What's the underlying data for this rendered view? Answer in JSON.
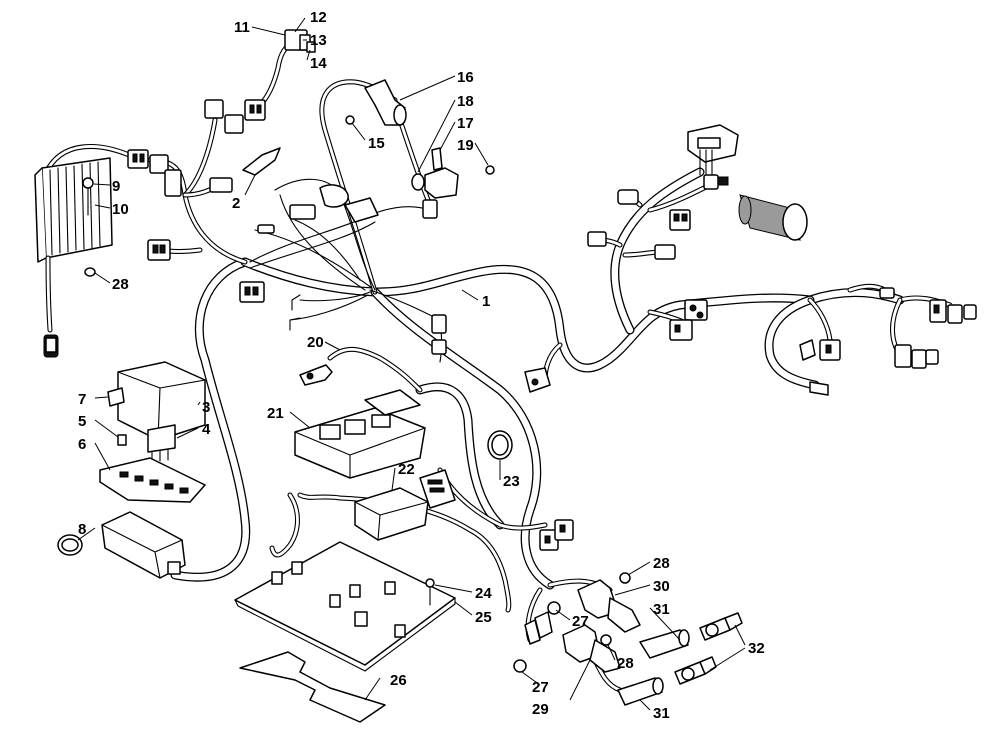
{
  "callouts": [
    {
      "id": "c1",
      "text": "1"
    },
    {
      "id": "c2",
      "text": "2"
    },
    {
      "id": "c3",
      "text": "3"
    },
    {
      "id": "c4",
      "text": "4"
    },
    {
      "id": "c5",
      "text": "5"
    },
    {
      "id": "c6",
      "text": "6"
    },
    {
      "id": "c7",
      "text": "7"
    },
    {
      "id": "c8",
      "text": "8"
    },
    {
      "id": "c9",
      "text": "9"
    },
    {
      "id": "c10",
      "text": "10"
    },
    {
      "id": "c11",
      "text": "11"
    },
    {
      "id": "c12",
      "text": "12"
    },
    {
      "id": "c13",
      "text": "13"
    },
    {
      "id": "c14",
      "text": "14"
    },
    {
      "id": "c15",
      "text": "15"
    },
    {
      "id": "c16",
      "text": "16"
    },
    {
      "id": "c17",
      "text": "17"
    },
    {
      "id": "c18",
      "text": "18"
    },
    {
      "id": "c19",
      "text": "19"
    },
    {
      "id": "c20",
      "text": "20"
    },
    {
      "id": "c21",
      "text": "21"
    },
    {
      "id": "c22",
      "text": "22"
    },
    {
      "id": "c23",
      "text": "23"
    },
    {
      "id": "c24",
      "text": "24"
    },
    {
      "id": "c25",
      "text": "25"
    },
    {
      "id": "c26",
      "text": "26"
    },
    {
      "id": "c27a",
      "text": "27"
    },
    {
      "id": "c27b",
      "text": "27"
    },
    {
      "id": "c28a",
      "text": "28"
    },
    {
      "id": "c28b",
      "text": "28"
    },
    {
      "id": "c28c",
      "text": "28"
    },
    {
      "id": "c29",
      "text": "29"
    },
    {
      "id": "c30",
      "text": "30"
    },
    {
      "id": "c31a",
      "text": "31"
    },
    {
      "id": "c31b",
      "text": "31"
    },
    {
      "id": "c32",
      "text": "32"
    }
  ]
}
